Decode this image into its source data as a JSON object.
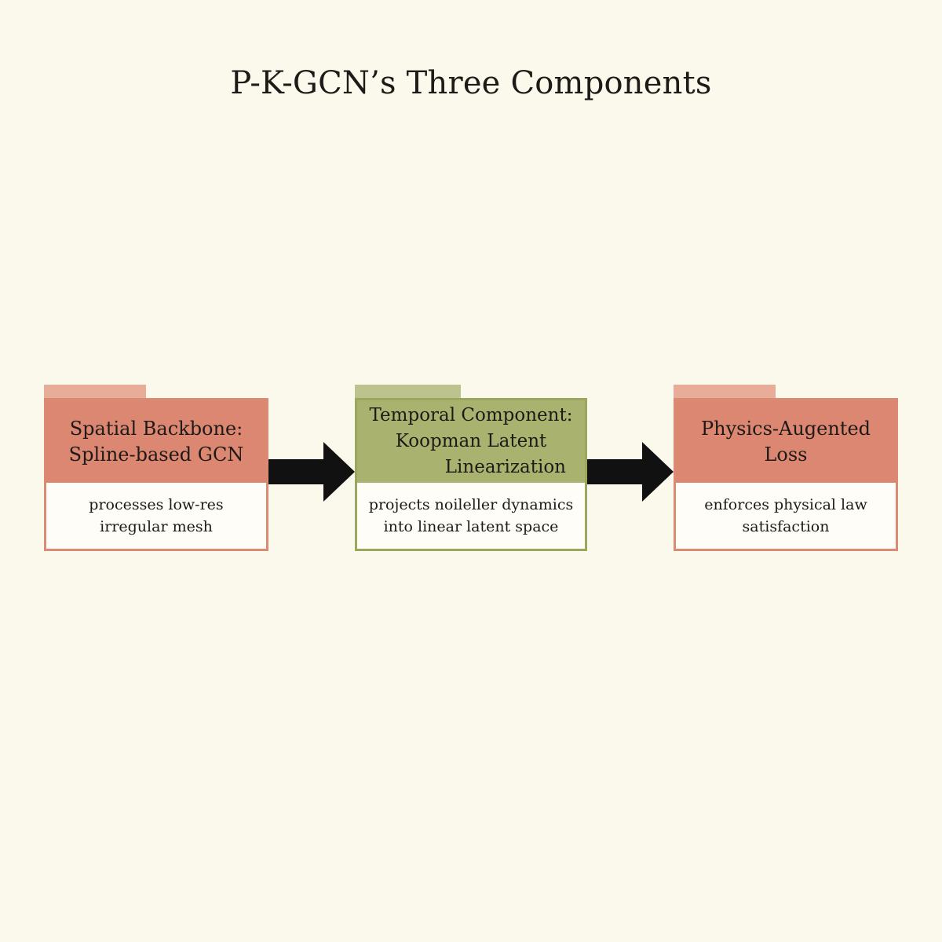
{
  "title": "P-K-GCN’s Three Components",
  "components": [
    {
      "heading_line1": "Spatial Backbone:",
      "heading_line2": "Spline-based GCN",
      "heading_line3": "",
      "description_line1": "processes low-res",
      "description_line2": "irregular mesh"
    },
    {
      "heading_line1": "Temporal Component:",
      "heading_line2": "Koopman Latent",
      "heading_line3": "Linearization",
      "description_line1": "projects noileller dynamics",
      "description_line2": "into linear latent space"
    },
    {
      "heading_line1": "Physics-Augented",
      "heading_line2": "Loss",
      "heading_line3": "",
      "description_line1": "enforces physical law",
      "description_line2": "satisfaction"
    }
  ],
  "colors": {
    "background": "#fbf8ec",
    "red_header": "#db8771",
    "red_tab": "#e8ad98",
    "green_header": "#a9b26e",
    "green_tab": "#bcc38f",
    "arrow": "#111111"
  }
}
